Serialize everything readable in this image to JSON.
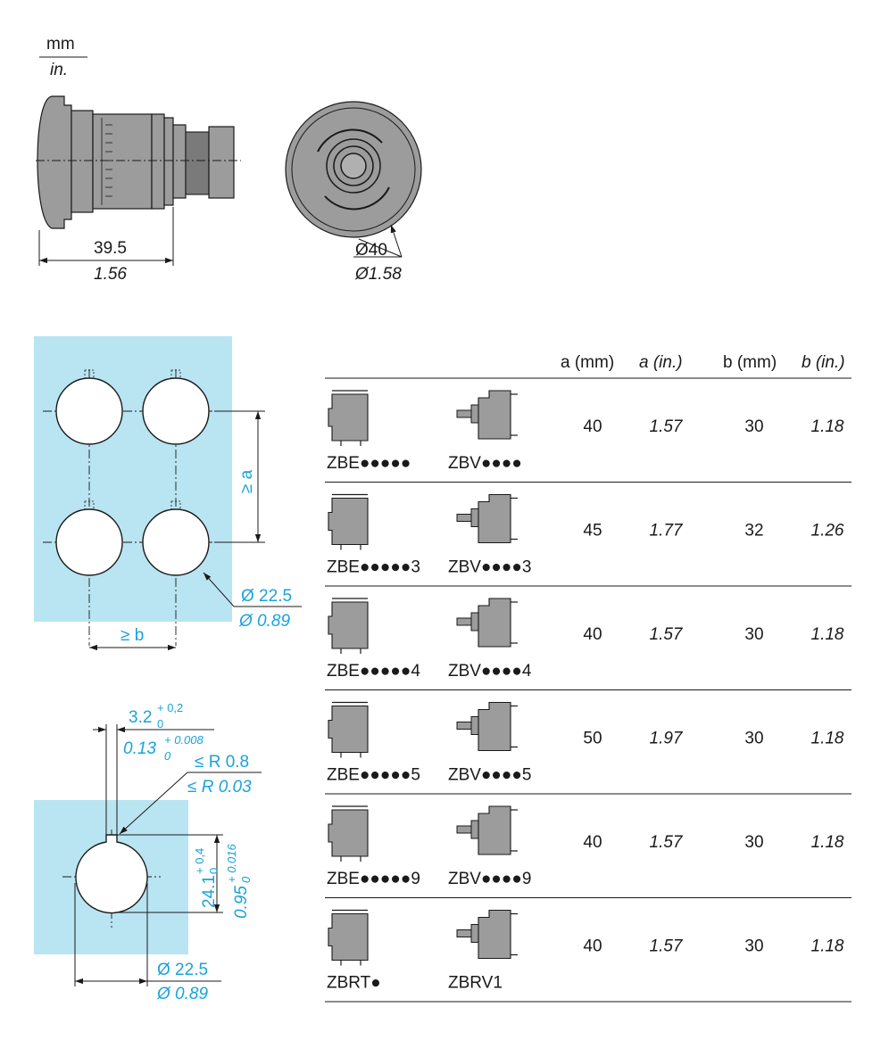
{
  "units": {
    "top": "mm",
    "bottom": "in."
  },
  "front_view": {
    "length_mm": "39.5",
    "length_in": "1.56"
  },
  "head_view": {
    "diameter_mm": "Ø40",
    "diameter_in": "Ø1.58"
  },
  "panel_layout": {
    "spacing_a": "≥ a",
    "spacing_b": "≥ b",
    "hole_diameter_mm": "Ø 22.5",
    "hole_diameter_in": "Ø 0.89"
  },
  "cutout": {
    "notch_width_mm": "3.2",
    "notch_width_mm_tol_upper": "+ 0,2",
    "notch_width_mm_tol_lower": "0",
    "notch_width_in": "0.13",
    "notch_width_in_tol_upper": "+ 0.008",
    "notch_width_in_tol_lower": "0",
    "radius_mm": "≤ R 0.8",
    "radius_in": "≤ R 0.03",
    "depth_mm": "24.1",
    "depth_mm_tol_upper": "+ 0,4",
    "depth_mm_tol_lower": "0",
    "depth_in": "0.95",
    "depth_in_tol_upper": "+ 0.016",
    "depth_in_tol_lower": "0",
    "hole_diameter_mm": "Ø 22.5",
    "hole_diameter_in": "Ø 0.89"
  },
  "table": {
    "headers": {
      "a_mm": "a (mm)",
      "a_in": "a (in.)",
      "b_mm": "b (mm)",
      "b_in": "b (in.)"
    },
    "rows": [
      {
        "ref_e": "ZBE●●●●●",
        "ref_v": "ZBV●●●●",
        "a_mm": "40",
        "a_in": "1.57",
        "b_mm": "30",
        "b_in": "1.18"
      },
      {
        "ref_e": "ZBE●●●●●3",
        "ref_v": "ZBV●●●●3",
        "a_mm": "45",
        "a_in": "1.77",
        "b_mm": "32",
        "b_in": "1.26"
      },
      {
        "ref_e": "ZBE●●●●●4",
        "ref_v": "ZBV●●●●4",
        "a_mm": "40",
        "a_in": "1.57",
        "b_mm": "30",
        "b_in": "1.18"
      },
      {
        "ref_e": "ZBE●●●●●5",
        "ref_v": "ZBV●●●●5",
        "a_mm": "50",
        "a_in": "1.97",
        "b_mm": "30",
        "b_in": "1.18"
      },
      {
        "ref_e": "ZBE●●●●●9",
        "ref_v": "ZBV●●●●9",
        "a_mm": "40",
        "a_in": "1.57",
        "b_mm": "30",
        "b_in": "1.18"
      },
      {
        "ref_e": "ZBRT●",
        "ref_v": "ZBRV1",
        "a_mm": "40",
        "a_in": "1.57",
        "b_mm": "30",
        "b_in": "1.18"
      }
    ]
  },
  "colors": {
    "panel_fill": "#b9e4f2",
    "dimension_cyan": "#1aa3d9",
    "part_grey": "#9c9c9c"
  }
}
